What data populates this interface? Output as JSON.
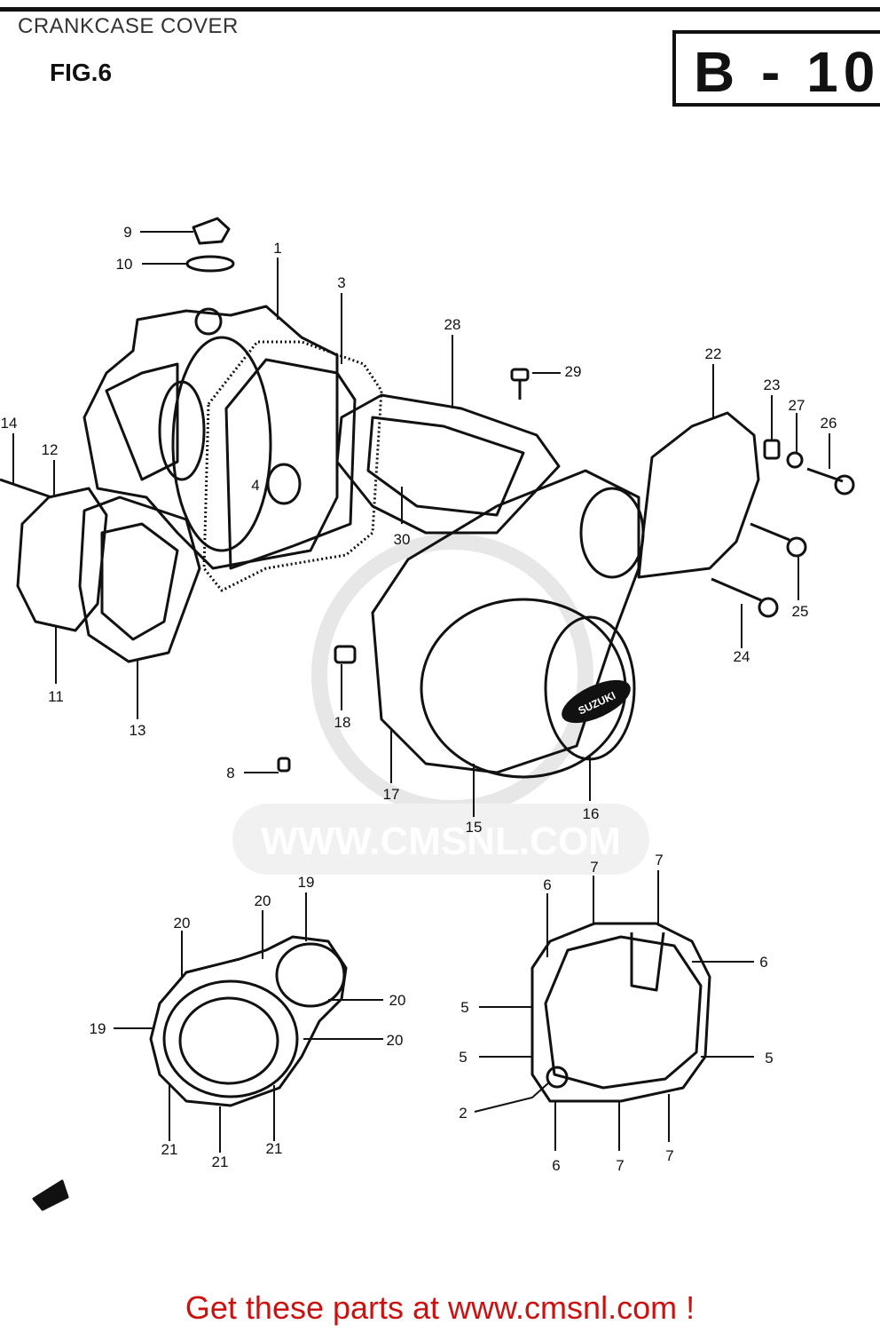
{
  "header": {
    "title": "CRANKCASE COVER",
    "figure": "FIG.6",
    "code": "B - 10"
  },
  "callouts": {
    "c1": "1",
    "c3": "3",
    "c4": "4",
    "c9": "9",
    "c10": "10",
    "c11": "11",
    "c12": "12",
    "c13": "13",
    "c14": "14",
    "c28": "28",
    "c29": "29",
    "c30": "30",
    "c22": "22",
    "c23": "23",
    "c27": "27",
    "c26": "26",
    "c25": "25",
    "c24": "24",
    "c18": "18",
    "c8": "8",
    "c17": "17",
    "c15": "15",
    "c16": "16",
    "c19a": "19",
    "c20a": "20",
    "c20b": "20",
    "c20c": "20",
    "c20d": "20",
    "c19b": "19",
    "c21a": "21",
    "c21b": "21",
    "c21c": "21",
    "c6a": "6",
    "c7a": "7",
    "c7b": "7",
    "c6b": "6",
    "c5a": "5",
    "c5b": "5",
    "c5c": "5",
    "c2": "2",
    "c6c": "6",
    "c7c": "7",
    "c7d": "7"
  },
  "watermark": "WWW.CMSNL.COM",
  "badge": "SUZUKI",
  "footer": {
    "text": "Get these parts at www.cmsnl.com !"
  }
}
